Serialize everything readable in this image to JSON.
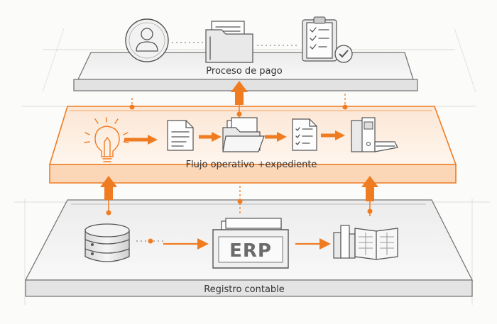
{
  "layers": {
    "top": {
      "label": "Proceso de pago"
    },
    "middle": {
      "label": "Flujo operativo +expediente"
    },
    "bottom": {
      "label": "Registro contable"
    }
  },
  "erp_label": "ERP",
  "colors": {
    "accent": "#f07c22",
    "ink": "#555555",
    "paper": "#fdfdfd"
  },
  "icons": [
    "user-icon",
    "folder-icon",
    "checklist-icon",
    "lightbulb-icon",
    "document-icon",
    "folder-open-icon",
    "binder-icon",
    "database-icon",
    "erp-box-icon",
    "ledger-book-icon"
  ]
}
